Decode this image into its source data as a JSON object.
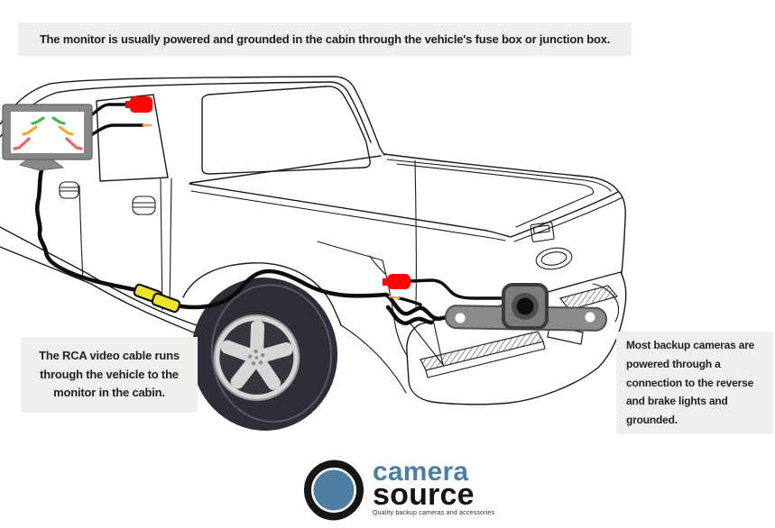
{
  "banner": {
    "text": "The monitor is usually powered and grounded in the cabin through the vehicle's fuse box or junction box."
  },
  "callouts": {
    "rca_cable": "The RCA video cable runs through the vehicle to the monitor in the cabin.",
    "camera_power": "Most backup cameras are powered through a connection to the reverse and brake lights and grounded."
  },
  "logo": {
    "name_line1": "camera",
    "name_line2": "source",
    "tagline": "Quality backup cameras and accessories"
  },
  "diagram": {
    "icons": [
      {
        "name": "monitor-icon",
        "meaning": "dash backup monitor with parking guide lines"
      },
      {
        "name": "fuse-connector-icon",
        "meaning": "red power connector at fuse box"
      },
      {
        "name": "rca-connector-icon",
        "meaning": "yellow RCA video plugs"
      },
      {
        "name": "backup-camera-icon",
        "meaning": "license plate backup camera"
      },
      {
        "name": "reverse-light-connector-icon",
        "meaning": "red connector to reverse / brake lights"
      }
    ],
    "colors": {
      "panel_gray": "#efefef",
      "connector_red": "#fe0505",
      "connector_yellow": "#ece32b",
      "bare_wire_orange": "#f0a65a",
      "guide_green": "#44b649",
      "guide_orange": "#f5a623",
      "guide_red": "#f26060",
      "brand_blue": "#4d7fa3",
      "line_black": "#1a1a1a",
      "tire_dark": "#2e2e36",
      "camera_gray": "#7c7c7c"
    }
  }
}
